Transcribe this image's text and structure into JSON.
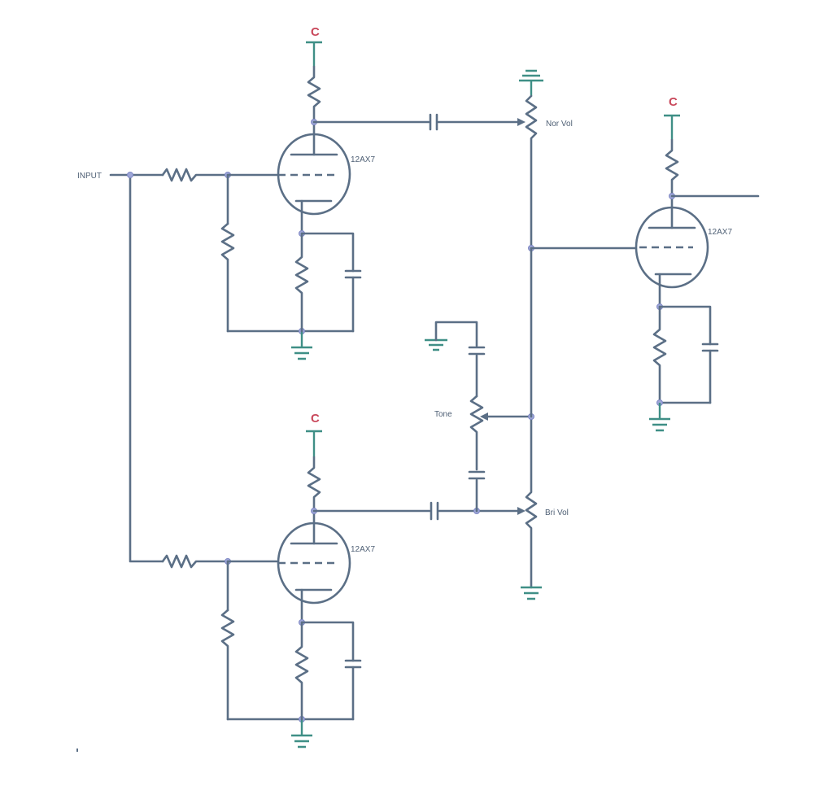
{
  "labels": {
    "input": "INPUT",
    "tube_v1": "12AX7",
    "tube_v2": "12AX7",
    "tube_v3": "12AX7",
    "pot_normal_volume": "Nor Vol",
    "pot_bright_volume": "Bri Vol",
    "pot_tone": "Tone",
    "supply_v1": "C",
    "supply_v2": "C",
    "supply_v3": "C"
  },
  "colors": {
    "wire": "#5b6f86",
    "ground": "#3f8f86",
    "supply_label": "#c9485b",
    "node": "#9ea7d8"
  }
}
